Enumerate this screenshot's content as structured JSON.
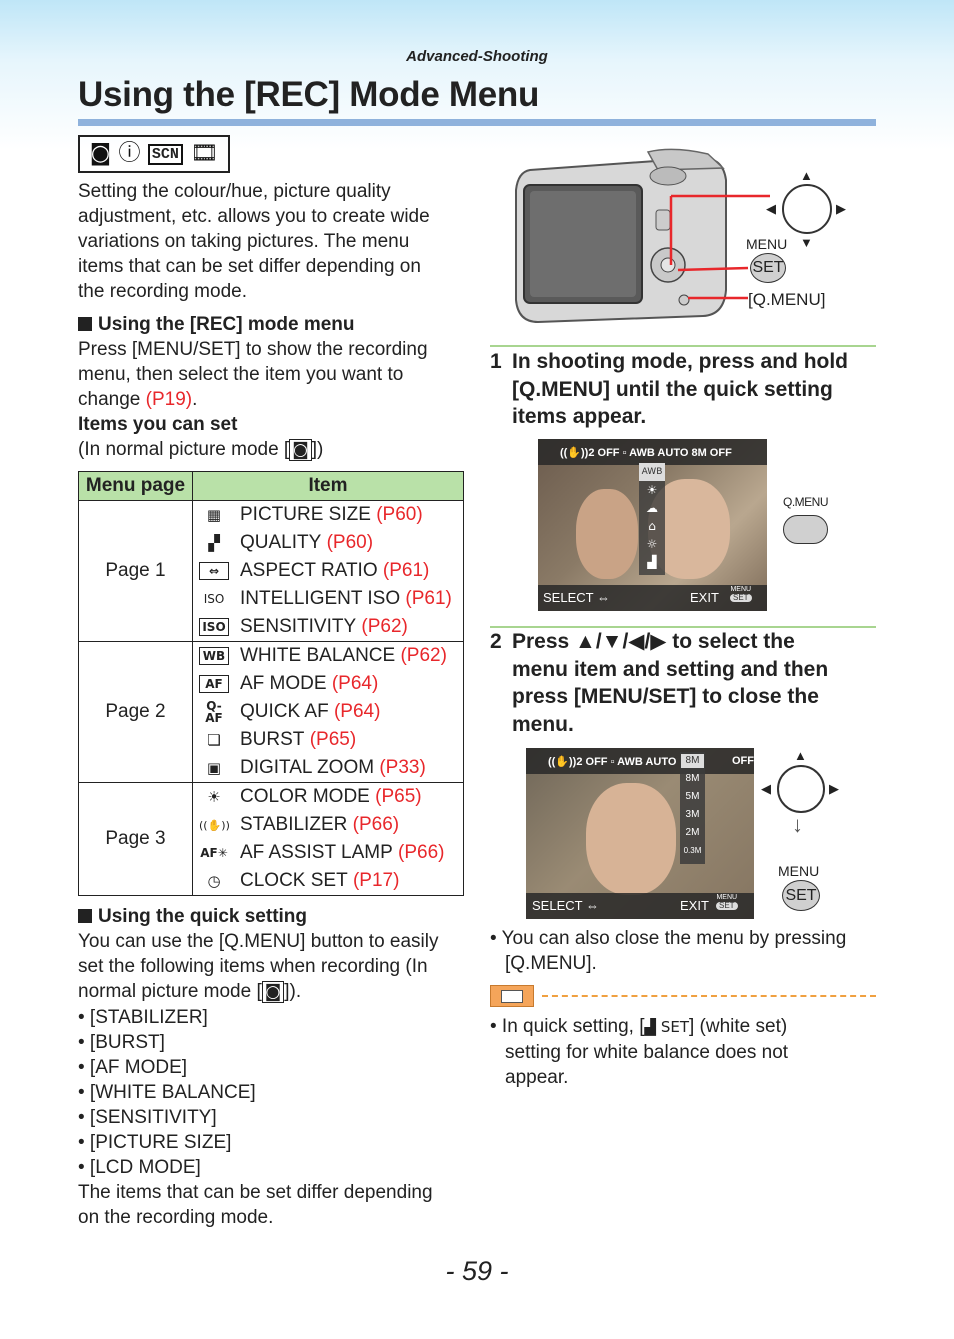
{
  "header": {
    "section": "Advanced-Shooting",
    "title": "Using the [REC] Mode Menu"
  },
  "intro": {
    "lines": [
      "Setting the colour/hue, picture quality",
      "adjustment, etc. allows you to create wide",
      "variations on taking pictures. The menu",
      "items that can be set differ depending on",
      "the recording mode."
    ]
  },
  "rec_menu": {
    "heading": "Using the [REC] mode menu",
    "line1": "Press [MENU/SET] to show the recording",
    "line2": "menu, then select the item you want to",
    "line3_pre": "change ",
    "line3_ref": "(P19)",
    "line3_post": ".",
    "items_heading": "Items you can set",
    "mode_pre": "(In normal picture mode [",
    "mode_post": "])"
  },
  "table": {
    "headers": [
      "Menu page",
      "Item"
    ],
    "pages": [
      {
        "label": "Page 1",
        "items": [
          {
            "icon": "▦",
            "name": "PICTURE SIZE",
            "ref": "(P60)"
          },
          {
            "icon": "▞",
            "name": "QUALITY",
            "ref": "(P60)"
          },
          {
            "icon": "⇔",
            "name": "ASPECT RATIO",
            "ref": "(P61)"
          },
          {
            "icon": "ISO",
            "name": "INTELLIGENT ISO",
            "ref": "(P61)"
          },
          {
            "icon": "ISO",
            "name": "SENSITIVITY",
            "ref": "(P62)"
          }
        ]
      },
      {
        "label": "Page 2",
        "items": [
          {
            "icon": "WB",
            "name": "WHITE BALANCE",
            "ref": "(P62)"
          },
          {
            "icon": "AF",
            "name": "AF MODE",
            "ref": "(P64)"
          },
          {
            "icon": "Q-AF",
            "name": "QUICK AF",
            "ref": "(P64)"
          },
          {
            "icon": "❏",
            "name": "BURST",
            "ref": "(P65)"
          },
          {
            "icon": "▣",
            "name": "DIGITAL ZOOM",
            "ref": "(P33)"
          }
        ]
      },
      {
        "label": "Page 3",
        "items": [
          {
            "icon": "☀",
            "name": "COLOR MODE",
            "ref": "(P65)"
          },
          {
            "icon": "((✋))",
            "name": "STABILIZER",
            "ref": "(P66)"
          },
          {
            "icon": "AF✳",
            "name": "AF ASSIST LAMP",
            "ref": "(P66)"
          },
          {
            "icon": "◷",
            "name": "CLOCK SET",
            "ref": "(P17)"
          }
        ]
      }
    ]
  },
  "quick": {
    "heading": "Using the quick setting",
    "line1": "You can use the [Q.MENU] button to easily",
    "line2": "set the following items when recording (In",
    "line3_pre": "normal picture mode [",
    "line3_post": "]).",
    "bullets": [
      "• [STABILIZER]",
      "• [BURST]",
      "• [AF MODE]",
      "• [WHITE BALANCE]",
      "• [SENSITIVITY]",
      "• [PICTURE SIZE]",
      "• [LCD MODE]"
    ],
    "footer1": "The items that can be set differ depending",
    "footer2": "on the recording mode."
  },
  "camera": {
    "menu_label": "MENU",
    "set_label": "SET",
    "qmenu_label": "[Q.MENU]"
  },
  "step1": {
    "num": "1",
    "lines": [
      "In shooting mode, press and hold",
      "[Q.MENU] until the quick setting",
      "items appear."
    ],
    "screen": {
      "status": "((✋))2  OFF  ▫    AWB  AUTO  8M  OFF",
      "select": "SELECT",
      "exit": "EXIT",
      "menu": "MENU",
      "set": "SET",
      "qmenu": "Q.MENU",
      "side": [
        "AWB",
        "☀",
        "☁",
        "⌂",
        "☼",
        "▟"
      ]
    }
  },
  "step2": {
    "num": "2",
    "lines": [
      "Press ▲/▼/◀/▶ to select the",
      "menu item and setting and then",
      "press [MENU/SET] to close the",
      "menu."
    ],
    "screen": {
      "status": "((✋))2  OFF  ▫    AWB  AUTO",
      "sizes": [
        "8M",
        "8M",
        "5M",
        "3M",
        "2M",
        "0.3M"
      ],
      "size_off": "OFF",
      "select": "SELECT",
      "exit": "EXIT",
      "menu": "MENU",
      "set": "SET"
    },
    "menu_label": "MENU",
    "set_label": "SET"
  },
  "notes": {
    "bullet1_line1": "• You can also close the menu by pressing",
    "bullet1_line2": "[Q.MENU].",
    "bullet2_pre": "• In quick setting, [",
    "bullet2_icon": "▟ SET",
    "bullet2_post": "] (white set)",
    "bullet2_line2": "setting for white balance does not",
    "bullet2_line3": "appear."
  },
  "footer": {
    "page": "- 59 -"
  }
}
